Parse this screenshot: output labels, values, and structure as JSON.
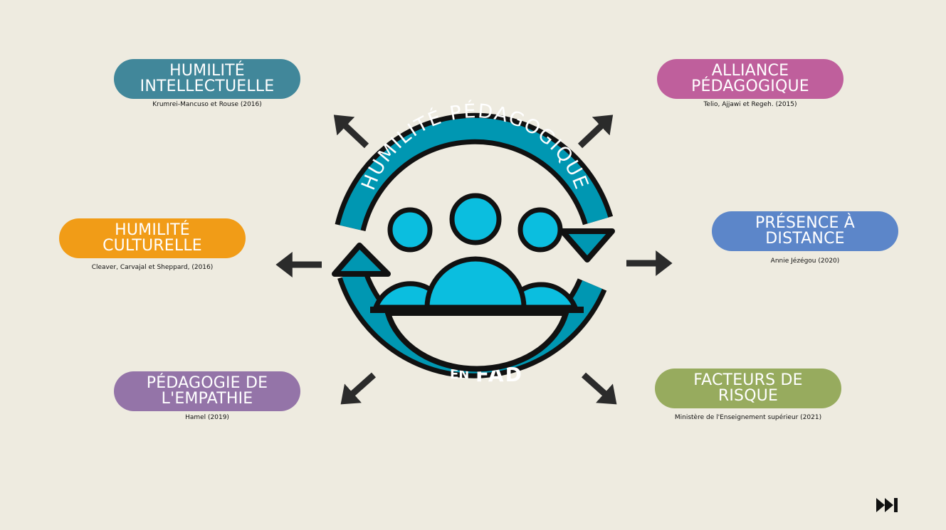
{
  "center": {
    "arc_title": "HUMILITÉ PÉDAGOGIQUE",
    "subtitle_en": "EN",
    "subtitle_fad": "FAD"
  },
  "nodes": [
    {
      "title": "HUMILITÉ INTELLECTUELLE",
      "line1": "HUMILITÉ",
      "line2": "INTELLECTUELLE",
      "citation": "Krumrei-Mancuso et Rouse (2016)",
      "color": "#41879a"
    },
    {
      "title": "ALLIANCE PÉDAGOGIQUE",
      "line1": "ALLIANCE",
      "line2": "PÉDAGOGIQUE",
      "citation": "Telio, Ajjawi et Regeh. (2015)",
      "color": "#bf5f9c"
    },
    {
      "title": "HUMILITÉ CULTURELLE",
      "line1": "HUMILITÉ",
      "line2": "CULTURELLE",
      "citation": "Cleaver, Carvajal et Sheppard, (2016)",
      "color": "#f19c17"
    },
    {
      "title": "PRÉSENCE À DISTANCE",
      "line1": "PRÉSENCE À",
      "line2": "DISTANCE",
      "citation": "Annie Jézégou (2020)",
      "color": "#5c86c9"
    },
    {
      "title": "PÉDAGOGIE DE L'EMPATHIE",
      "line1": "PÉDAGOGIE DE",
      "line2": "L'EMPATHIE",
      "citation": "Hamel (2019)",
      "color": "#9474a8"
    },
    {
      "title": "FACTEURS DE RISQUE",
      "line1": "FACTEURS DE",
      "line2": "RISQUE",
      "citation": "Ministère de l'Enseignement supérieur (2021)",
      "color": "#97ab5e"
    }
  ],
  "colors": {
    "teal": "#0097b2",
    "cyan": "#0bbedf",
    "arrow": "#2b2b2b"
  },
  "nav": {
    "icon": "skip-forward-icon"
  }
}
